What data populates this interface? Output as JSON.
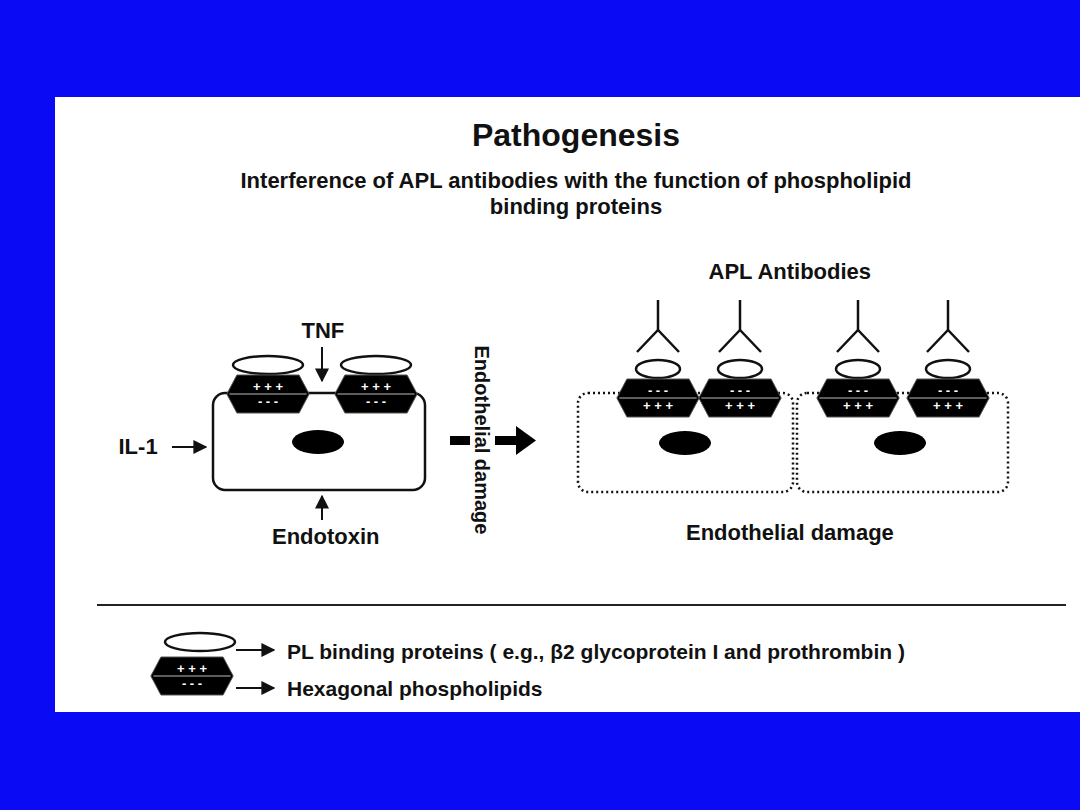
{
  "diagram": {
    "title": "Pathogenesis",
    "nodes": [
      {
        "text": [
          "+ + +",
          "- - -"
        ]
      },
      {
        "text": [
          "+ + +",
          "- - -"
        ]
      },
      {
        "text": [
          "- - -",
          "+ + +"
        ]
      },
      {
        "text": [
          "- - -",
          "+ + +"
        ]
      },
      {
        "text": [
          "- - -",
          "+ + +"
        ]
      },
      {
        "text": [
          "- - -",
          "+ + +"
        ]
      },
      {
        "text": [
          "+ + +",
          "- - -"
        ]
      }
    ],
    "labels": [
      "Interference of APL antibodies with the function of phospholipid binding proteins",
      "TNF",
      "IL-1",
      "Endotoxin",
      "Endothelial damage",
      "APL Antibodies",
      "Endothelial damage"
    ],
    "legend": [
      {
        "text": "PL binding proteins ( e.g., β2 glycoprotein I and prothrombin )"
      },
      {
        "text": "Hexagonal phospholipids"
      }
    ]
  }
}
